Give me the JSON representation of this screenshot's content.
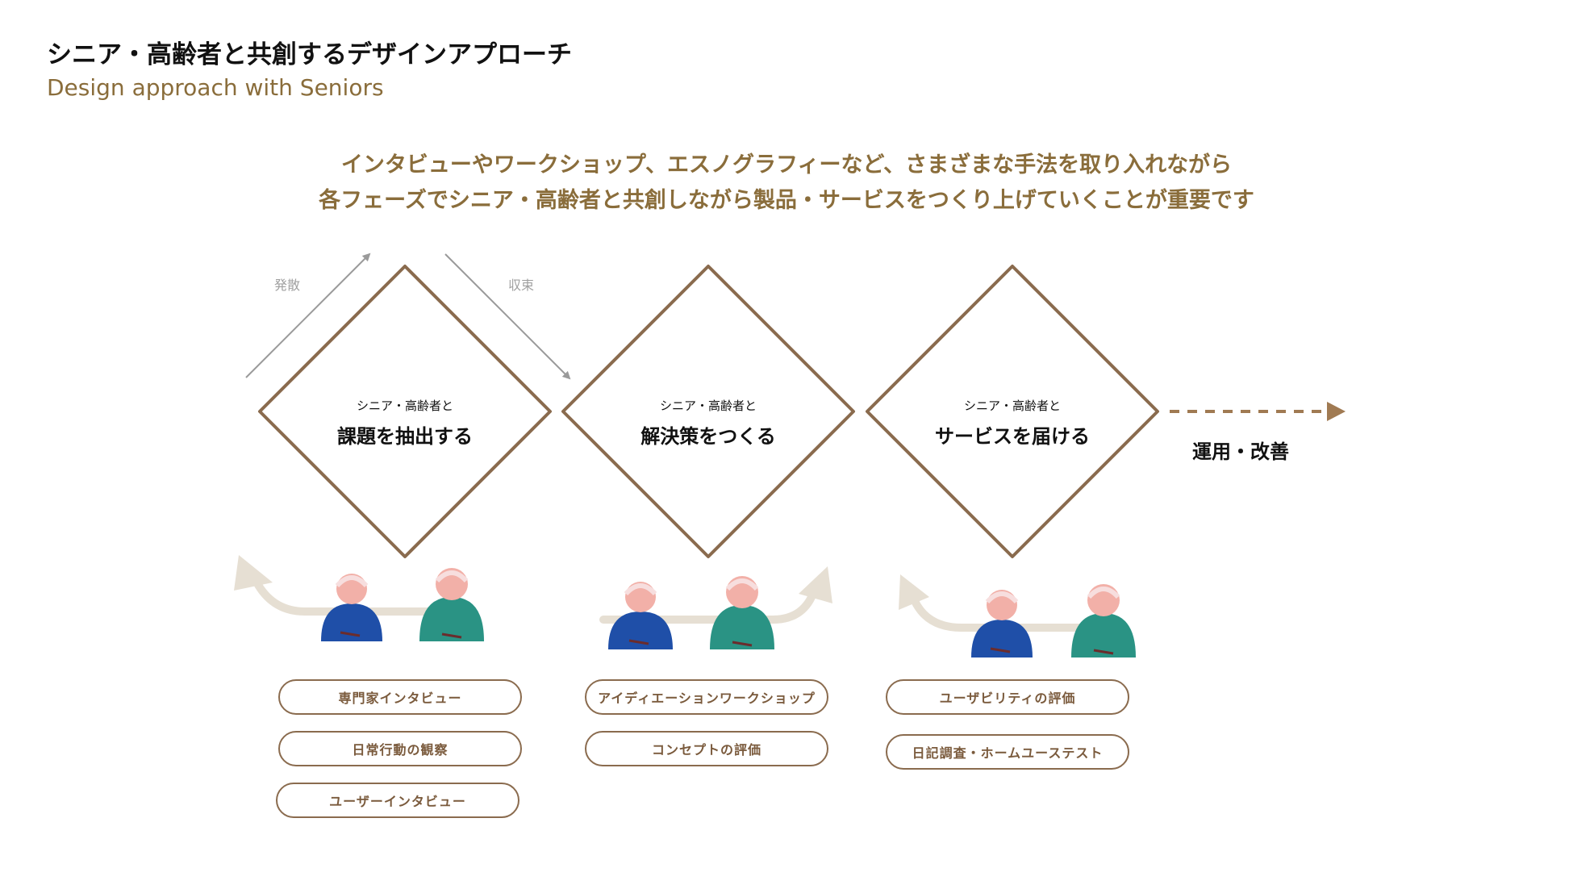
{
  "header": {
    "title": "シニア・高齢者と共創するデザインアプローチ",
    "subtitle": "Design approach with Seniors"
  },
  "lead": {
    "line1": "インタビューやワークショップ、エスノグラフィーなど、さまざまな手法を取り入れながら",
    "line2": "各フェーズでシニア・高齢者と共創しながら製品・サービスをつくり上げていくことが重要です"
  },
  "diagram": {
    "diverge_label": "発散",
    "converge_label": "収束",
    "phases": [
      {
        "sub": "シニア・高齢者と",
        "main": "課題を抽出する"
      },
      {
        "sub": "シニア・高齢者と",
        "main": "解決策をつくる"
      },
      {
        "sub": "シニア・高齢者と",
        "main": "サービスを届ける"
      }
    ],
    "final_step": "運用・改善"
  },
  "methods": {
    "phase1": [
      "専門家インタビュー",
      "日常行動の観察",
      "ユーザーインタビュー"
    ],
    "phase2": [
      "アイディエーションワークショップ",
      "コンセプトの評価"
    ],
    "phase3": [
      "ユーザビリティの評価",
      "日記調査・ホームユーステスト"
    ]
  },
  "colors": {
    "accent": "#8a6d3b",
    "diamond_stroke": "#8a6b4e",
    "arrow_beige": "#e6dfd3",
    "senior_blue": "#1f4fa8",
    "senior_teal": "#2a9384",
    "skin": "#f2b0a8"
  }
}
